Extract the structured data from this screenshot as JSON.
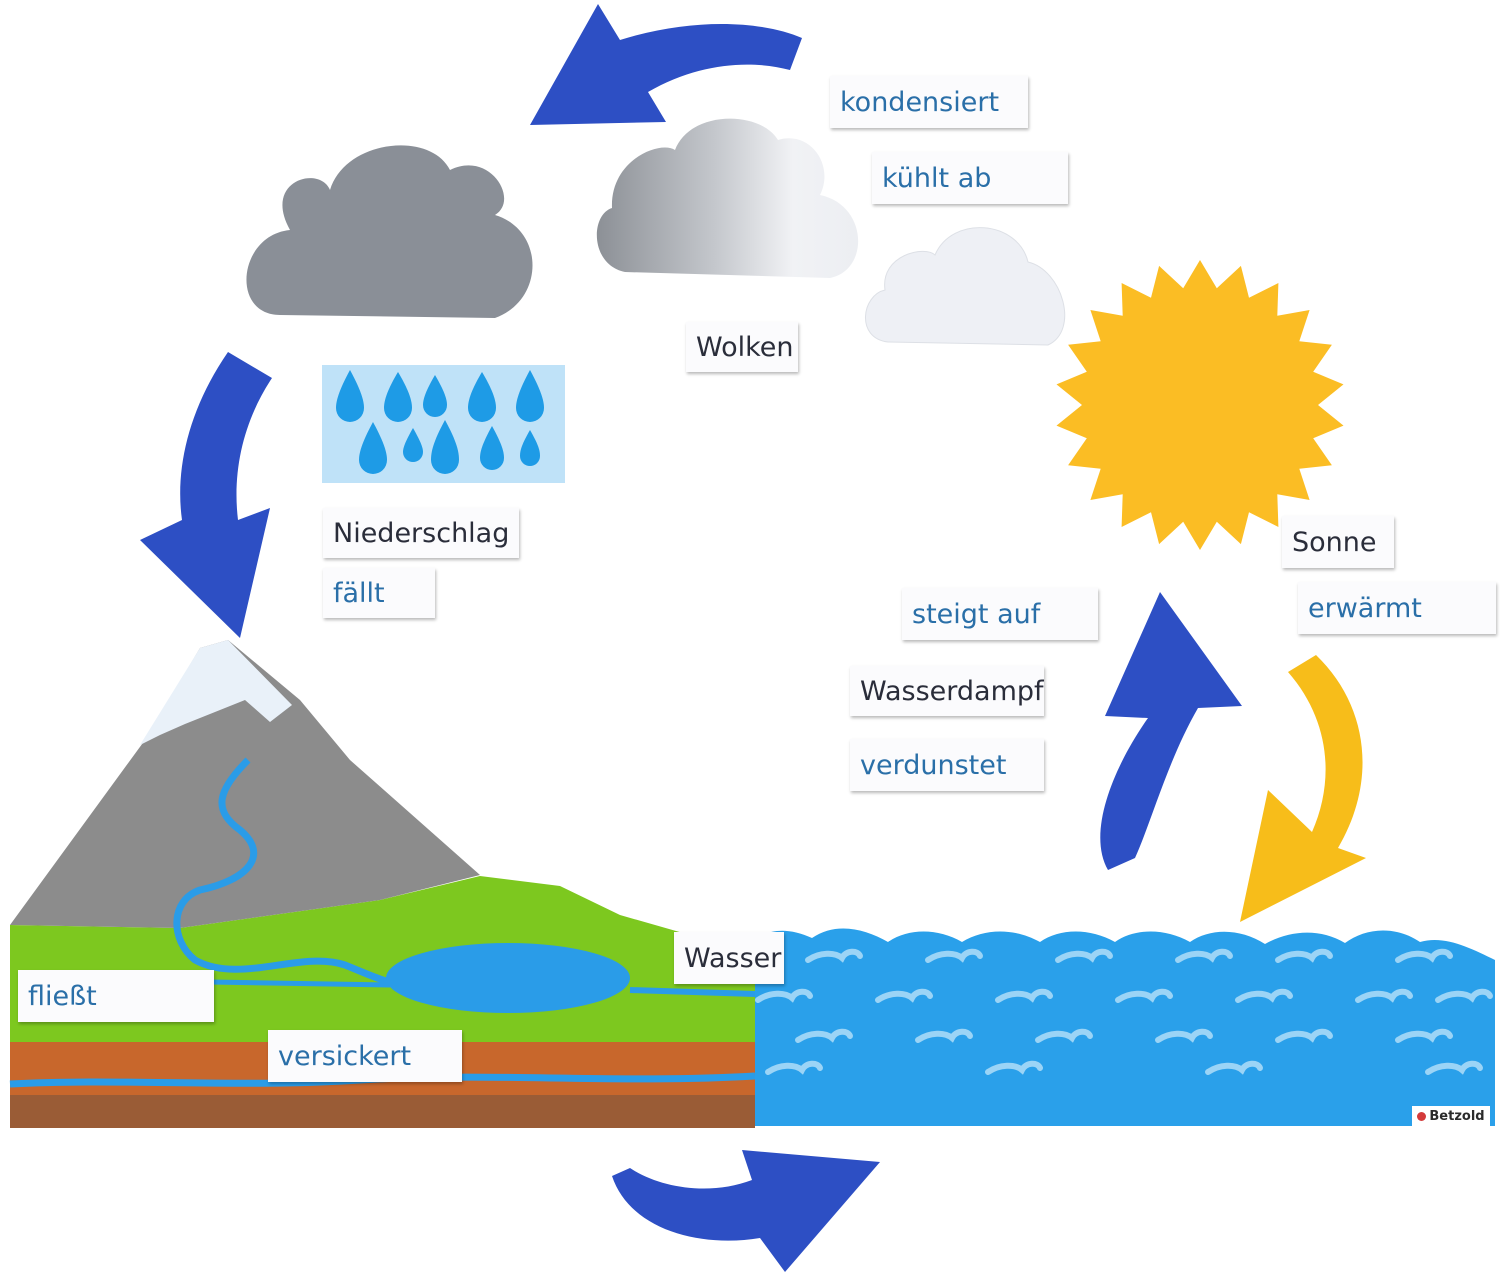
{
  "labels": {
    "kondensiert": "kondensiert",
    "kuehlt_ab": "kühlt ab",
    "wolken": "Wolken",
    "niederschlag": "Niederschlag",
    "faellt": "fällt",
    "sonne": "Sonne",
    "erwaermt": "erwärmt",
    "steigt_auf": "steigt auf",
    "wasserdampf": "Wasserdampf",
    "verdunstet": "verdunstet",
    "wasser": "Wasser",
    "fliesst": "fließt",
    "versickert": "versickert"
  },
  "brand": "Betzold",
  "colors": {
    "arrow_blue": "#2d4fc4",
    "arrow_yellow": "#f7bd1a",
    "sun": "#fbbd24",
    "cloud_dark": "#8a8f97",
    "cloud_light": "#eef0f5",
    "rain_card": "#bfe2f8",
    "raindrop": "#1e9be6",
    "sea": "#2aa0ea",
    "mountain": "#8c8c8c",
    "snow": "#e9f1f9",
    "grass": "#7dc81f",
    "soil": "#c8672c",
    "river": "#2a9ce8"
  },
  "icons": [
    "cloud-icon",
    "sun-icon",
    "raindrop-icon",
    "mountain-icon",
    "wave-icon",
    "arrow-icon"
  ]
}
